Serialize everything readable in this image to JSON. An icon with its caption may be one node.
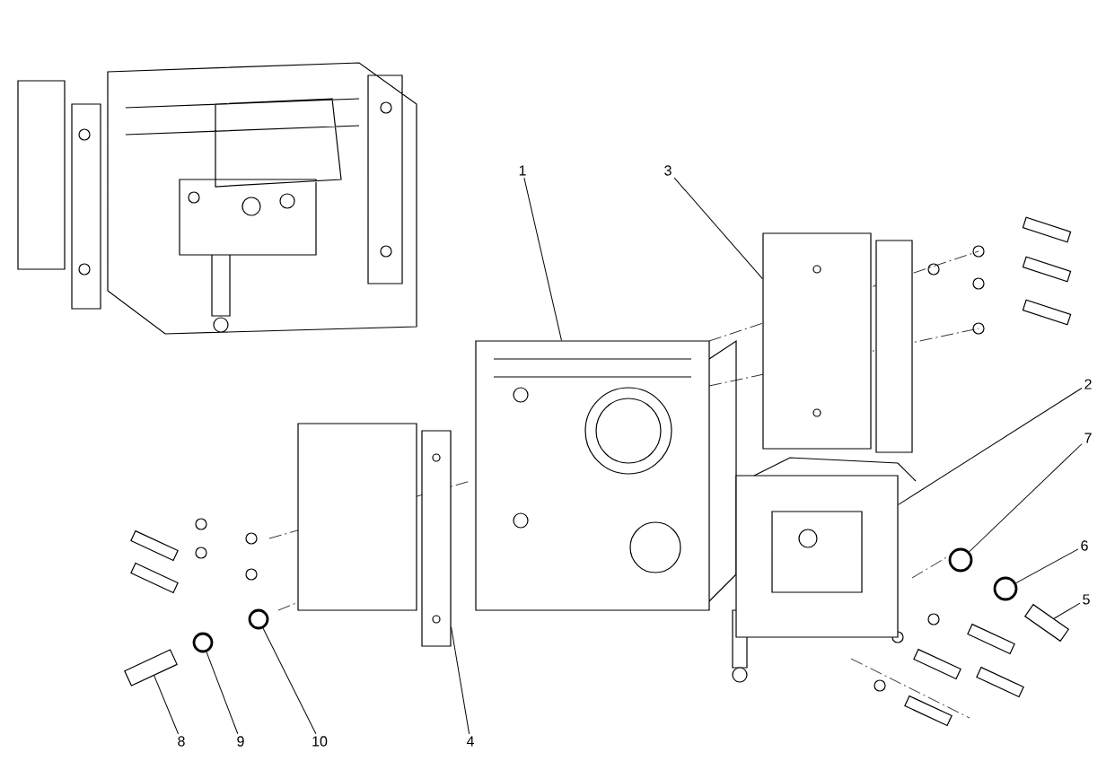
{
  "diagram": {
    "nodes": [
      {
        "text": [
          "1"
        ]
      },
      {
        "text": [
          "3"
        ]
      },
      {
        "text": [
          "2"
        ]
      },
      {
        "text": [
          "7"
        ]
      },
      {
        "text": [
          "6"
        ]
      },
      {
        "text": [
          "5"
        ]
      },
      {
        "text": [
          "8"
        ]
      },
      {
        "text": [
          "9"
        ]
      },
      {
        "text": [
          "10"
        ]
      },
      {
        "text": [
          "4"
        ]
      },
      {
        "text": [],
        "shape": "box"
      },
      {
        "text": [],
        "shape": "box"
      },
      {
        "text": [],
        "shape": "box"
      },
      {
        "text": [],
        "shape": "circle"
      },
      {
        "text": [],
        "shape": "circle"
      },
      {
        "text": [],
        "shape": "bar"
      },
      {
        "text": [],
        "shape": "bar"
      },
      {
        "text": [],
        "shape": "circle"
      },
      {
        "text": [],
        "shape": "circle"
      },
      {
        "text": [],
        "shape": "bar"
      },
      {
        "text": [],
        "shape": "box"
      },
      {
        "text": [],
        "shape": "box"
      }
    ],
    "edges": [
      {
        "from": 0,
        "to": 10,
        "arrow": "none"
      },
      {
        "from": 1,
        "to": 11,
        "arrow": "none"
      },
      {
        "from": 2,
        "to": 12,
        "arrow": "none"
      },
      {
        "from": 3,
        "to": 13,
        "arrow": "none"
      },
      {
        "from": 4,
        "to": 14,
        "arrow": "none"
      },
      {
        "from": 5,
        "to": 15,
        "arrow": "none"
      },
      {
        "from": 6,
        "to": 16,
        "arrow": "none"
      },
      {
        "from": 7,
        "to": 17,
        "arrow": "none"
      },
      {
        "from": 8,
        "to": 18,
        "arrow": "none"
      },
      {
        "from": 9,
        "to": 19,
        "arrow": "none"
      }
    ]
  }
}
